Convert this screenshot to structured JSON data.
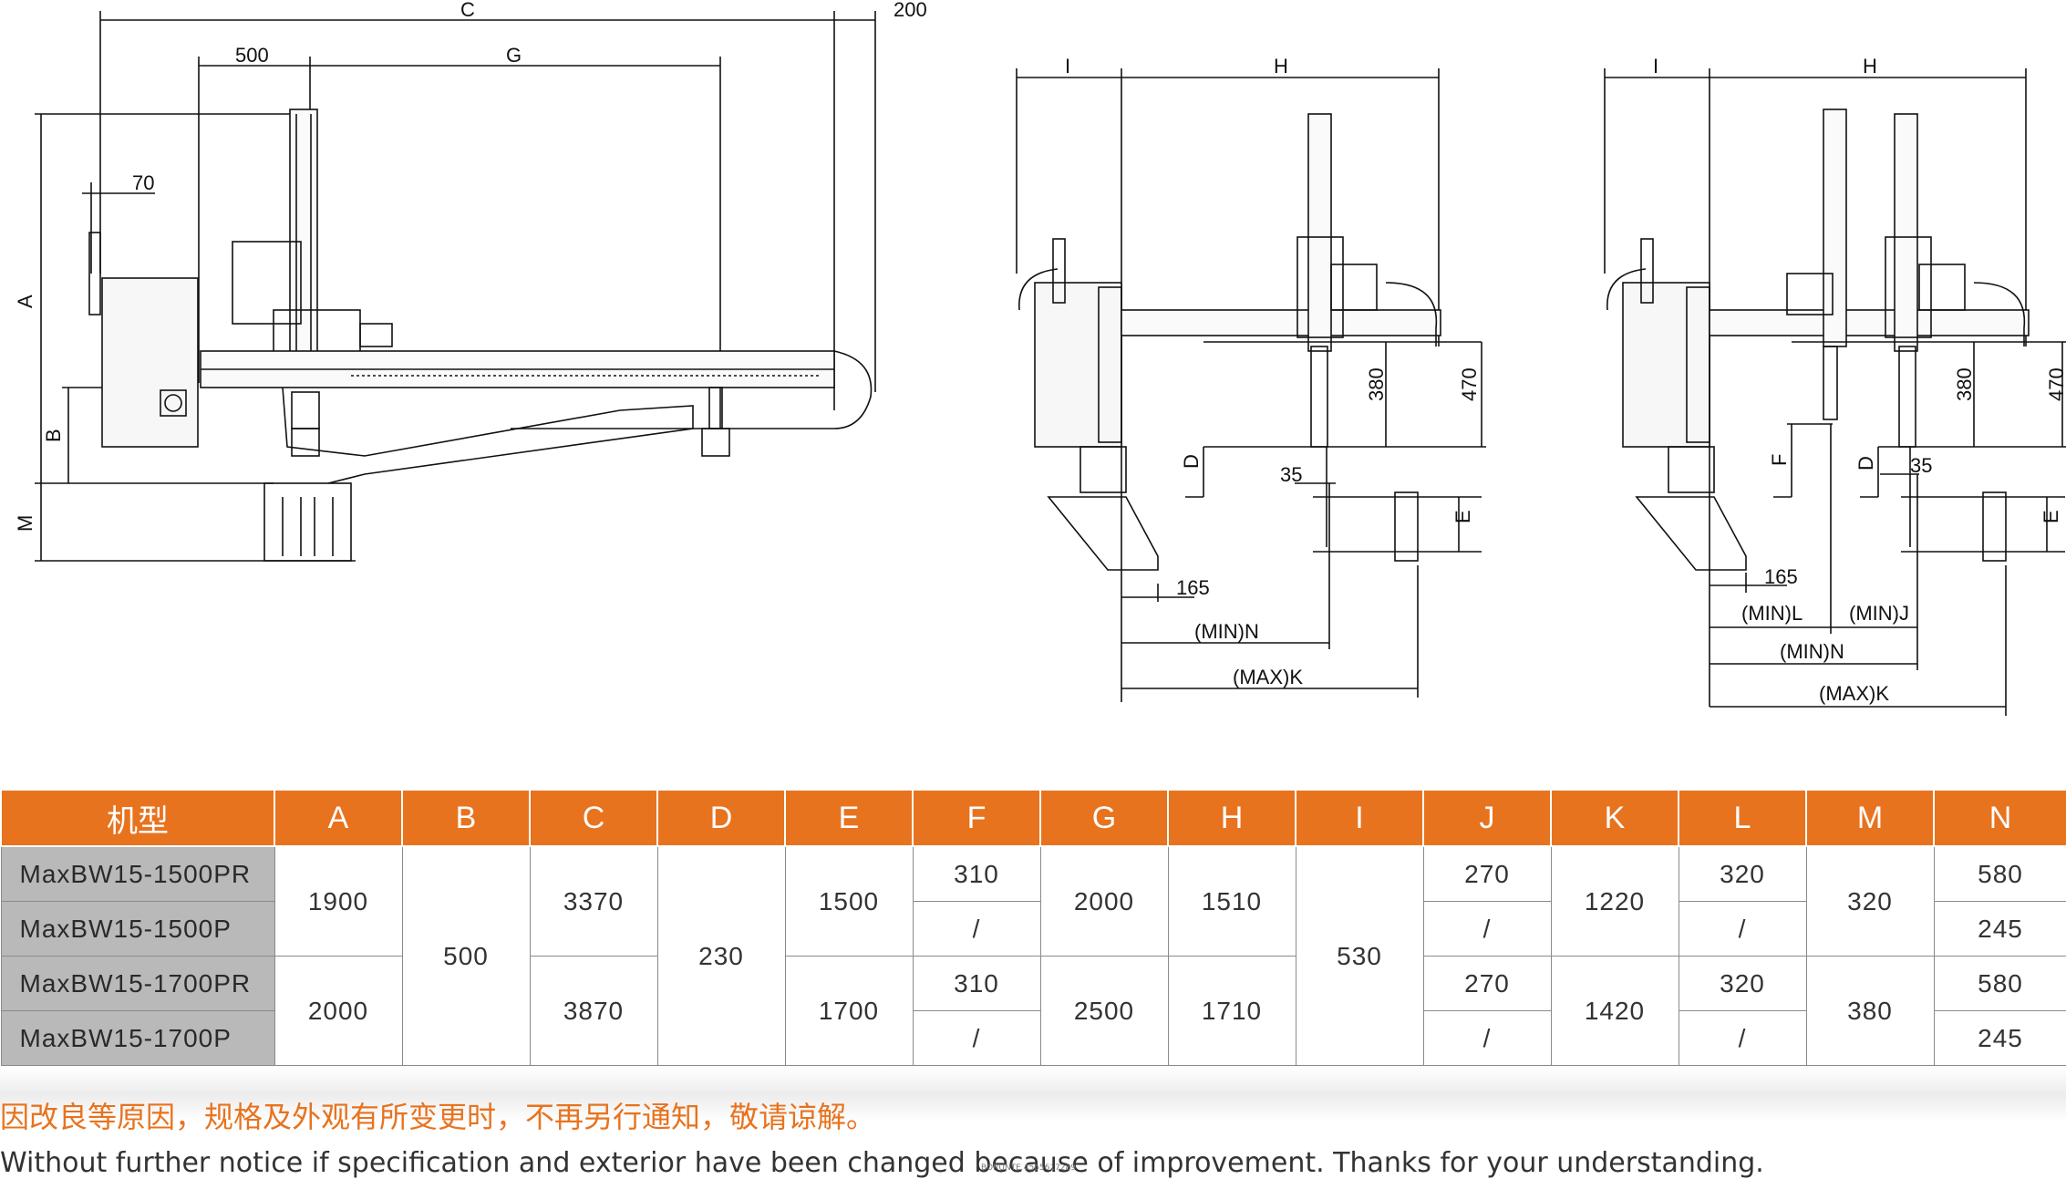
{
  "dimension_labels": {
    "side": {
      "C": "C",
      "v200": "200",
      "v500": "500",
      "G": "G",
      "v70": "70",
      "A": "A",
      "B": "B",
      "M": "M"
    },
    "front": {
      "I": "I",
      "H": "H",
      "v380": "380",
      "v470": "470",
      "D": "D",
      "v35": "35",
      "E": "E",
      "v165": "165",
      "min_n": "(MIN)N",
      "max_k": "(MAX)K"
    },
    "front2": {
      "I": "I",
      "H": "H",
      "v380": "380",
      "v470": "470",
      "F": "F",
      "D": "D",
      "v35": "35",
      "E": "E",
      "v165": "165",
      "min_l": "(MIN)L",
      "min_j": "(MIN)J",
      "min_n": "(MIN)N",
      "max_k": "(MAX)K"
    }
  },
  "table": {
    "headers": [
      "机型",
      "A",
      "B",
      "C",
      "D",
      "E",
      "F",
      "G",
      "H",
      "I",
      "J",
      "K",
      "L",
      "M",
      "N"
    ],
    "models": [
      "MaxBW15-1500PR",
      "MaxBW15-1500P",
      "MaxBW15-1700PR",
      "MaxBW15-1700P"
    ],
    "A": [
      "1900",
      "2000"
    ],
    "B": "500",
    "C": [
      "3370",
      "3870"
    ],
    "D": "230",
    "E": [
      "1500",
      "1700"
    ],
    "F": [
      "310",
      "/",
      "310",
      "/"
    ],
    "G": [
      "2000",
      "2500"
    ],
    "H": [
      "1510",
      "1710"
    ],
    "I": "530",
    "J": [
      "270",
      "/",
      "270",
      "/"
    ],
    "K": [
      "1220",
      "1420"
    ],
    "L": [
      "320",
      "/",
      "320",
      "/"
    ],
    "M": [
      "320",
      "380"
    ],
    "N": [
      "580",
      "245",
      "580",
      "245"
    ]
  },
  "notice_cn": "因改良等原因，规格及外观有所变更时，不再另行通知，敬请谅解。",
  "notice_en": "Without further notice if specification and exterior have been changed because of improvement. Thanks for your understanding.",
  "watermark": "BORUNTE 4565617289",
  "colors": {
    "header_bg": "#e8731e",
    "model_bg": "#b9b9b9",
    "notice_cn": "#e8731e"
  }
}
